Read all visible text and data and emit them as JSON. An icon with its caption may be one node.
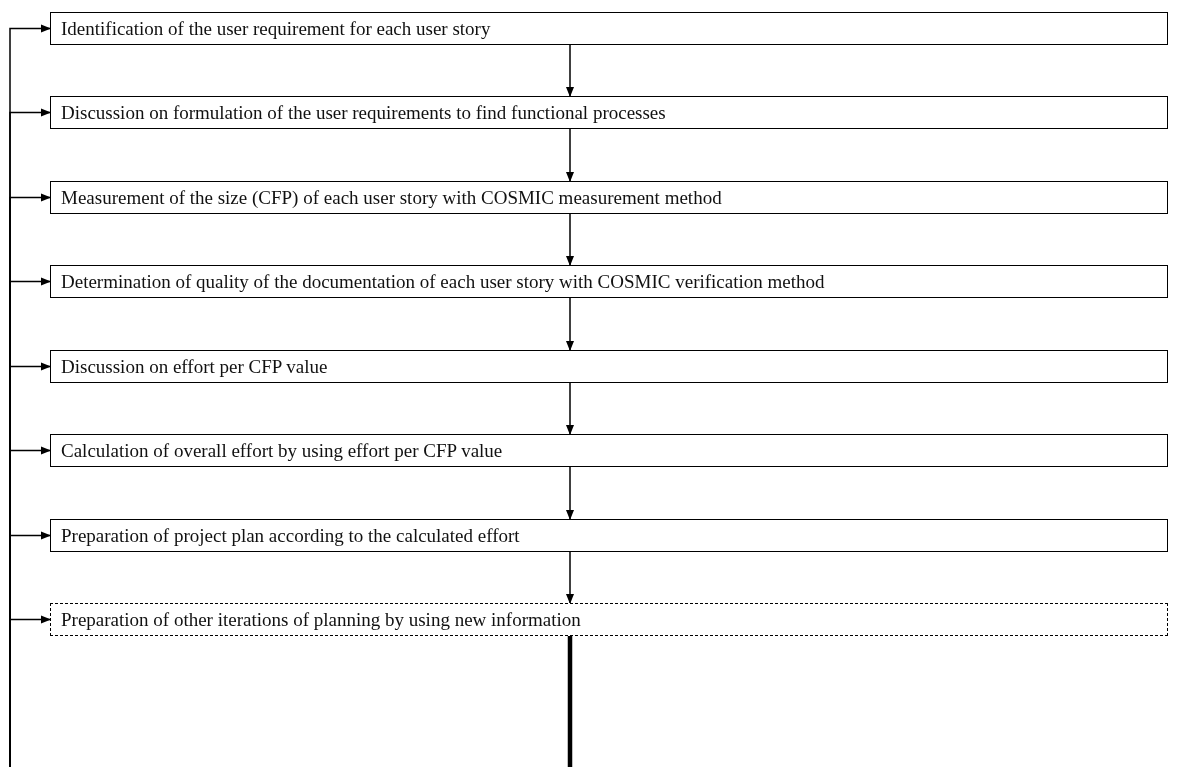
{
  "diagram": {
    "nodes": [
      {
        "text": [
          "Identification of the user requirement for each user story"
        ]
      },
      {
        "text": [
          "Discussion on formulation of the user requirements to find functional processes"
        ]
      },
      {
        "text": [
          "Measurement of the size (CFP) of each user story with COSMIC measurement method"
        ]
      },
      {
        "text": [
          "Determination of quality of the documentation of each user story with COSMIC verification method"
        ]
      },
      {
        "text": [
          "Discussion on effort per CFP value"
        ]
      },
      {
        "text": [
          "Calculation of overall effort by using effort per CFP value"
        ]
      },
      {
        "text": [
          "Preparation of project plan according to the calculated effort"
        ]
      },
      {
        "text": [
          "Preparation of other iterations of planning by using new information"
        ]
      }
    ],
    "edges": [
      {
        "from": 0,
        "to": 1,
        "arrow": "to"
      },
      {
        "from": 1,
        "to": 2,
        "arrow": "to"
      },
      {
        "from": 2,
        "to": 3,
        "arrow": "to"
      },
      {
        "from": 3,
        "to": 4,
        "arrow": "to"
      },
      {
        "from": 4,
        "to": 5,
        "arrow": "to"
      },
      {
        "from": 5,
        "to": 6,
        "arrow": "to"
      },
      {
        "from": 6,
        "to": 7,
        "arrow": "to"
      },
      {
        "from": null,
        "to": 0,
        "arrow": "to"
      },
      {
        "from": null,
        "to": 1,
        "arrow": "to"
      },
      {
        "from": null,
        "to": 2,
        "arrow": "to"
      },
      {
        "from": null,
        "to": 3,
        "arrow": "to"
      },
      {
        "from": null,
        "to": 4,
        "arrow": "to"
      },
      {
        "from": null,
        "to": 5,
        "arrow": "to"
      },
      {
        "from": null,
        "to": 6,
        "arrow": "to"
      },
      {
        "from": null,
        "to": 7,
        "arrow": "to"
      },
      {
        "from": 7,
        "to": null,
        "arrow": "none",
        "style": "thick"
      }
    ]
  }
}
